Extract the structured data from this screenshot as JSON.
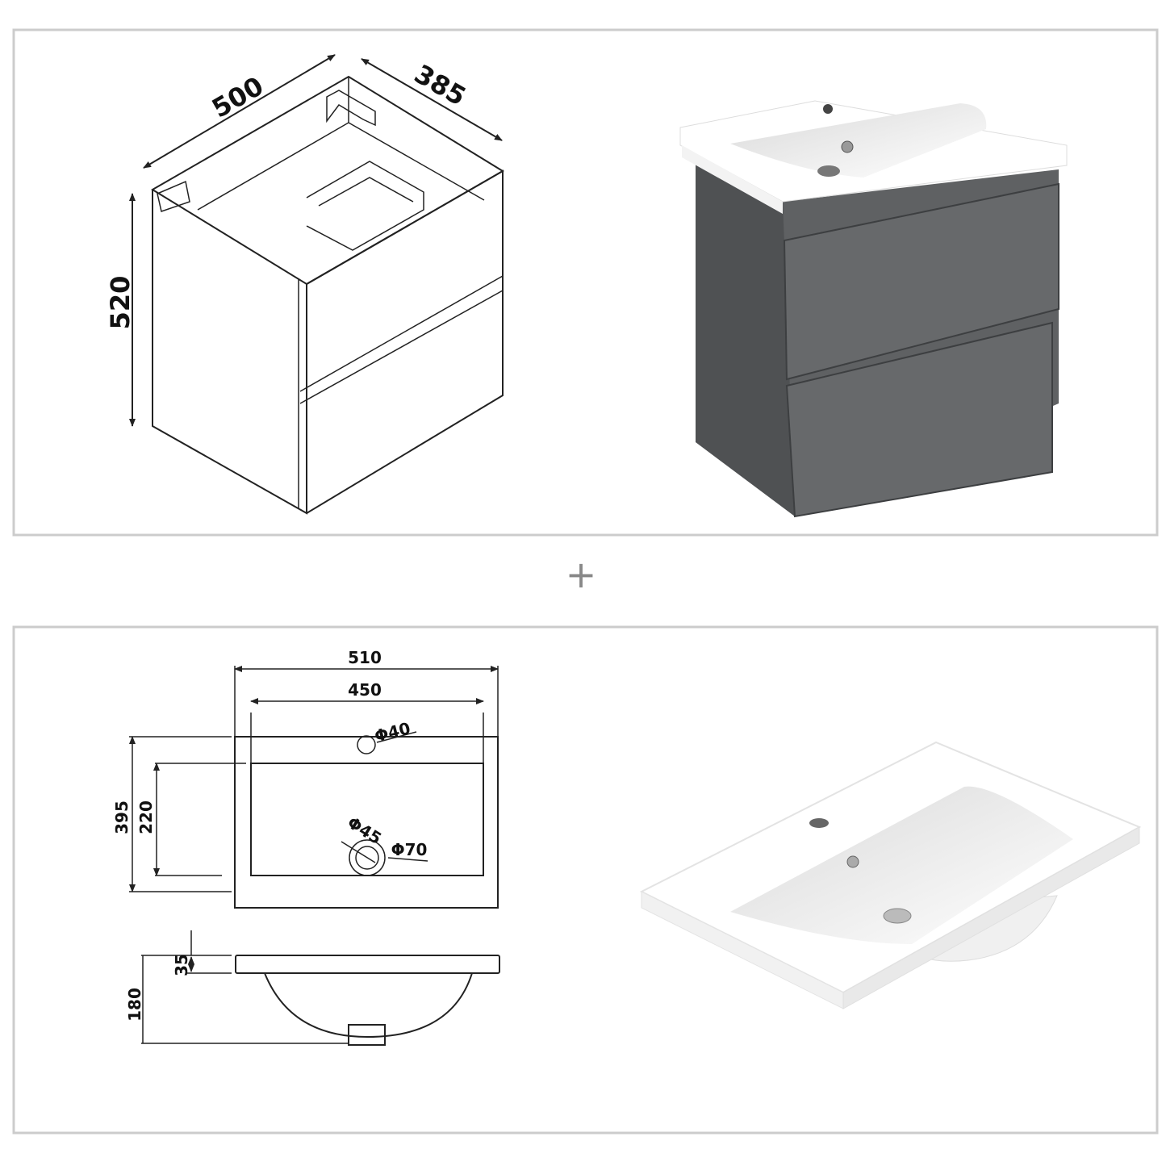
{
  "cabinet_drawing": {
    "width_label": "500",
    "depth_label": "385",
    "height_label": "520"
  },
  "separator": "+",
  "basin_drawing": {
    "outer_width_label": "510",
    "inner_width_label": "450",
    "tap_hole_label": "Φ40",
    "drain_inner_label": "Φ45",
    "drain_outer_label": "Φ70",
    "outer_depth_label": "395",
    "inner_depth_label": "220",
    "rim_thickness_label": "35",
    "total_height_label": "180"
  },
  "colors": {
    "panel_border": "#cccccc",
    "cabinet_gray": "#5f6163",
    "basin_white": "#ffffff"
  }
}
